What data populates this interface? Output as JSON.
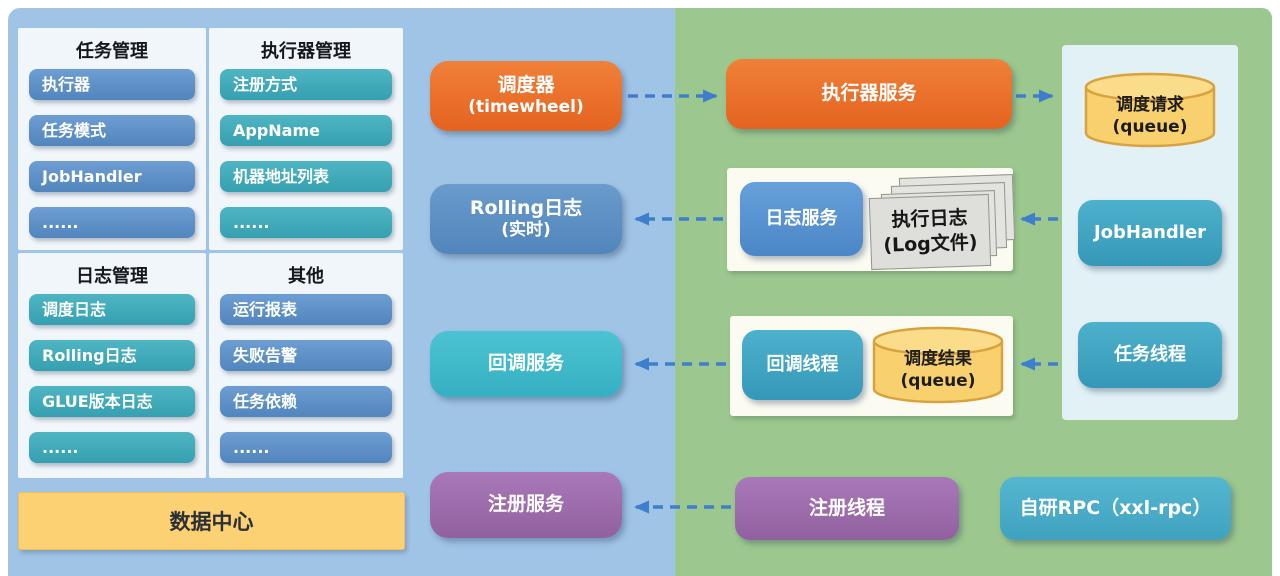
{
  "palette": {
    "scheduler_bg": "#a0c4e6",
    "executor_bg": "#9cc88f",
    "orange": "#e8702a",
    "steel_blue": "#5a8fc4",
    "teal": "#3fa9b9",
    "cyan": "#3fbccd",
    "purple": "#9d6cae",
    "yellow": "#fcd173",
    "arrow_blue": "#3e7ecb"
  },
  "admin_panel": {
    "quadrants": [
      {
        "title": "任务管理",
        "items": [
          "执行器",
          "任务模式",
          "JobHandler",
          "......"
        ]
      },
      {
        "title": "执行器管理",
        "items": [
          "注册方式",
          "AppName",
          "机器地址列表",
          "......"
        ]
      },
      {
        "title": "日志管理",
        "items": [
          "调度日志",
          "Rolling日志",
          "GLUE版本日志",
          "......"
        ]
      },
      {
        "title": "其他",
        "items": [
          "运行报表",
          "失败告警",
          "任务依赖",
          "......"
        ]
      }
    ],
    "data_center": "数据中心",
    "scheduler": {
      "line1": "调度器",
      "line2": "(timewheel)"
    },
    "rolling_log": {
      "line1": "Rolling日志",
      "line2": "(实时)"
    },
    "callback_service": "回调服务",
    "registry_service": "注册服务"
  },
  "executor_panel": {
    "executor_service": "执行器服务",
    "log_service": "日志服务",
    "log_files": {
      "line1": "执行日志",
      "line2": "(Log文件)"
    },
    "callback_thread": "回调线程",
    "schedule_result": {
      "line1": "调度结果",
      "line2": "(queue)"
    },
    "registry_thread": "注册线程",
    "rpc": "自研RPC（xxl-rpc）",
    "runtime": {
      "schedule_request": {
        "line1": "调度请求",
        "line2": "(queue)"
      },
      "job_handler": "JobHandler",
      "job_thread": "任务线程"
    }
  }
}
